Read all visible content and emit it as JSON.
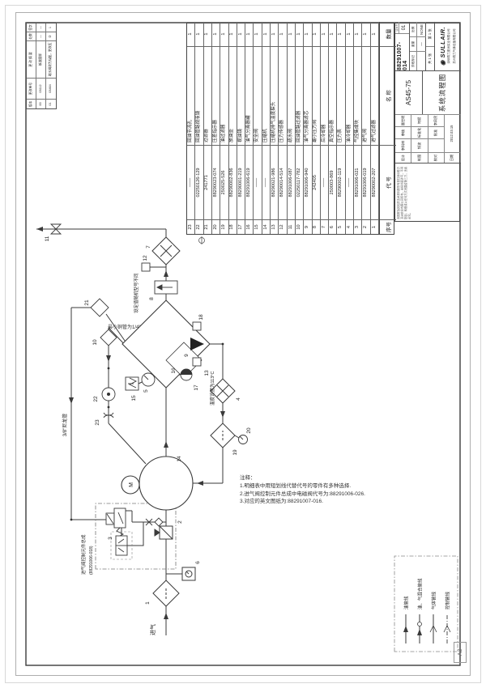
{
  "page": {
    "sheet_size_label": "A3"
  },
  "revision_table": {
    "headers": [
      "版本",
      "更改单号",
      "更 改 摘 要",
      "处数",
      "签字"
    ],
    "rows": [
      [
        "00",
        "03112",
        "新发图样",
        "—",
        "—"
      ],
      [
        "01",
        "03464",
        "疏水阀改为标配，更改压",
        "②",
        "1"
      ]
    ]
  },
  "bom": {
    "headers": [
      "序号",
      "代  号",
      "名  称",
      "数量"
    ],
    "rows": [
      [
        "23",
        "——",
        "回油节流孔",
        "1"
      ],
      [
        "22",
        "02250126-129",
        "回油管路视液镜",
        "1"
      ],
      [
        "21",
        "241771",
        "过滤器",
        "1"
      ],
      [
        "20",
        "88290023-074",
        "压差指示器",
        "1"
      ],
      [
        "19",
        "250025-526",
        "油过滤器",
        "1"
      ],
      [
        "18",
        "88290002-836",
        "放油壶",
        "1"
      ],
      [
        "17",
        "88290001-219",
        "视油镜",
        "1"
      ],
      [
        "16",
        "88291006-619",
        "油气分离器罐",
        "1"
      ],
      [
        "15",
        "——",
        "安全阀",
        "1"
      ],
      [
        "14",
        "——",
        "压缩机",
        "1"
      ],
      [
        "13",
        "88290021-986",
        "压缩机排气温度探头",
        "1"
      ],
      [
        "12",
        "88290014-514",
        "压力传感器",
        "1"
      ],
      [
        "11",
        "88291006-087",
        "疏水阀",
        "1"
      ],
      [
        "10",
        "02250117-782",
        "回油管路过滤器",
        "1"
      ],
      [
        "9",
        "88291006-940",
        "油气分离器滤芯",
        "1"
      ],
      [
        "8",
        "242405",
        "最小压力阀",
        "1"
      ],
      [
        "7",
        "——",
        "后冷却器",
        "1"
      ],
      [
        "6",
        "250003-869",
        "真空指示器",
        "1"
      ],
      [
        "5",
        "88290002-119",
        "压力表",
        "1"
      ],
      [
        "4",
        "——",
        "油冷却器",
        "1"
      ],
      [
        "3",
        "88291006-021",
        "气控集成块",
        "1"
      ],
      [
        "2",
        "88291006-019",
        "进气阀",
        "1"
      ],
      [
        "1",
        "88290002-207",
        "进气过滤器",
        "1"
      ]
    ]
  },
  "title_block": {
    "drawing_no": "88291007-014",
    "version_label": "版本号",
    "version": "01",
    "model": "AS45-75",
    "sheet_title": "系统流程图",
    "stage_headers": [
      "阶段标记",
      "重量",
      "比例"
    ],
    "stage_values": [
      "",
      "—",
      "NONE"
    ],
    "sheets": [
      "共 1 张",
      "第 1 张"
    ],
    "logo_glyph": "◉",
    "brand": "SULLAIR.",
    "companies": [
      "深圳寿力亚洲实业有限公司",
      "苏州寿力气体设备有限公司"
    ],
    "disclaimer": "本图样及其相关技术资料的所有权归深圳寿力亚洲实业有限公司所有，未经书面许可，不得复制、转借或以任何方式泄露给第三方，违者必究。",
    "signoff_rows": [
      [
        "设计",
        "李科林",
        "审核",
        "聂世明"
      ],
      [
        "制图",
        "钱波",
        "标准化",
        "何斌"
      ],
      [
        "校对",
        "",
        "批准",
        "李风民"
      ],
      [
        "日期",
        "2012.03.15",
        "",
        ""
      ]
    ]
  },
  "diagram": {
    "labels": {
      "c1": "1",
      "c2": "2",
      "c3": "3",
      "c4": "4",
      "c5": "5",
      "c6": "6",
      "c7": "7",
      "c8": "8",
      "c9": "9",
      "c10": "10",
      "c11": "11",
      "c12": "12",
      "c13": "13",
      "c14": "14",
      "c15": "15",
      "c16": "16",
      "c17": "17",
      "c18": "18",
      "c19": "19",
      "c20": "20",
      "c21": "21",
      "c22": "22",
      "c23": "23",
      "motor": "M"
    },
    "annotations": {
      "intake": "进气",
      "nylon_tube": "3/8\"尼龙管",
      "min_copper": "最小铜管为1/4\"",
      "temp_set": "温度设置为113°C",
      "setpoint": "设定值随机型号不同",
      "assembly_l1": "进气阀控制元件总成",
      "assembly_l2": "(88291006-018)"
    },
    "notes": [
      "注释：",
      "1.明细表中用短划线代替代号的零件有多种选择.",
      "2.进气阀控制元件总成中电磁阀代号为:88291006-026.",
      "3.对应的英文图纸为:88291007-016."
    ]
  },
  "legend": {
    "items": [
      {
        "label": "油管线",
        "style": "oil"
      },
      {
        "label": "油、气混合管线",
        "style": "oilgas"
      },
      {
        "label": "气体管线",
        "style": "gas"
      },
      {
        "label": "控制管线",
        "style": "control"
      }
    ]
  }
}
